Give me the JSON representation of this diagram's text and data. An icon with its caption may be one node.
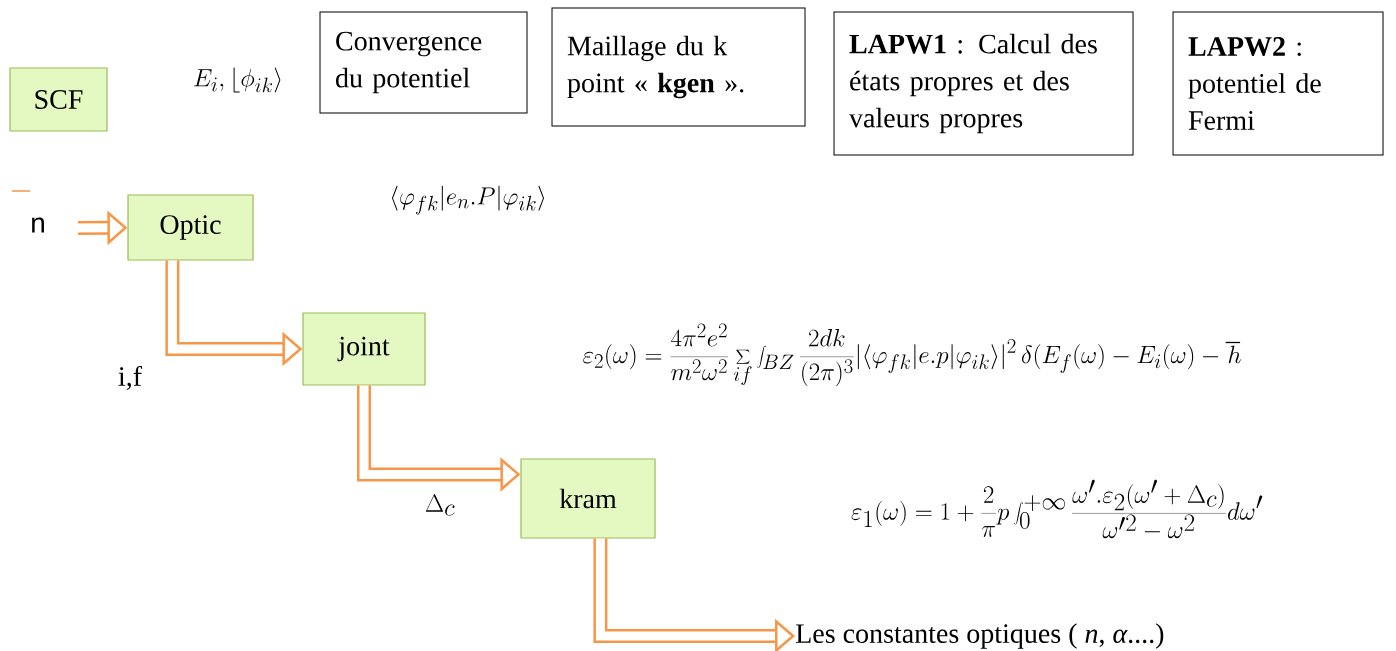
{
  "diagram": {
    "nodes": [
      {
        "text": [
          "SCF"
        ]
      },
      {
        "text": [
          "Convergence du potentiel"
        ]
      },
      {
        "text": [
          "Maillage du k point « **kgen** »."
        ]
      },
      {
        "text": [
          "**LAPW1** : Calcul des états propres et des valeurs propres"
        ]
      },
      {
        "text": [
          "**LAPW2** : potentiel de Fermi"
        ]
      },
      {
        "text": [
          "Optic"
        ]
      },
      {
        "text": [
          "joint"
        ]
      },
      {
        "text": [
          "kram"
        ]
      },
      {
        "text": [
          "Les constantes optiques ( *n*, *α*....)"
        ]
      }
    ],
    "edges": [
      {
        "from": null,
        "to": 5,
        "arrow": "to"
      },
      {
        "from": 5,
        "to": 6,
        "arrow": "to"
      },
      {
        "from": 6,
        "to": 7,
        "arrow": "to"
      },
      {
        "from": 7,
        "to": 8,
        "arrow": "to"
      }
    ],
    "labels": [
      "E_i,\\lfloor\\phi_{ik}\\rangle",
      "\\langle\\varphi_{fk}|e_n.P|\\varphi_{ik}\\rangle",
      "n",
      "\\varepsilon_2(\\omega)=\\frac{4\\pi^2e^2}{m^2\\omega^2}\\sum_{if}\\int_{BZ}\\frac{2dk}{(2\\pi)^3}|\\langle\\varphi_{fk}|e.p|\\varphi_{ik}\\rangle|^2\\,\\delta(E_f(\\omega)-E_i(\\omega)-\\hbar",
      "i,f",
      "\\Delta_c",
      "\\varepsilon_1(\\omega)=1+\\frac{2}{\\pi}p\\int_0^{+\\infty}\\frac{\\omega'.\\varepsilon_2(\\omega'+\\Delta_c)}{\\omega'^2-\\omega^2}d\\omega'"
    ]
  }
}
